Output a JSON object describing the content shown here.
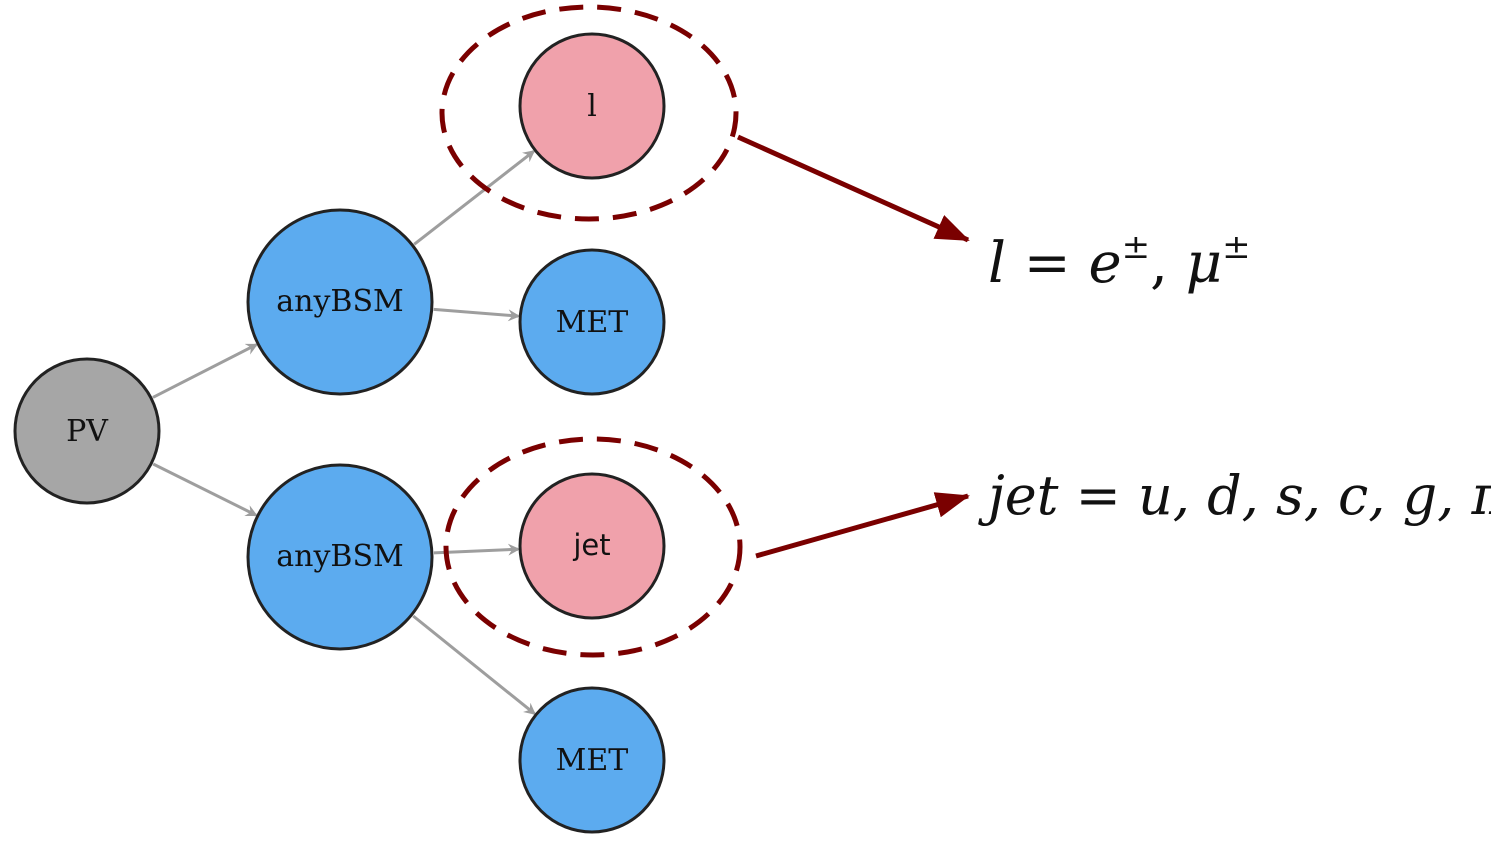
{
  "diagram": {
    "colors": {
      "pv_fill": "#A6A6A6",
      "bsm_fill": "#5CABEF",
      "final_highlight_fill": "#F0A1AB",
      "node_stroke": "#222222",
      "edge": "#9E9E9E",
      "annotation": "#7A0000"
    },
    "nodes": {
      "pv": "PV",
      "bsm_top": "anyBSM",
      "bsm_bottom": "anyBSM",
      "lepton": "l",
      "met_top": "MET",
      "jet": "jet",
      "met_bottom": "MET"
    },
    "edges": [
      [
        "pv",
        "bsm_top"
      ],
      [
        "pv",
        "bsm_bottom"
      ],
      [
        "bsm_top",
        "lepton"
      ],
      [
        "bsm_top",
        "met_top"
      ],
      [
        "bsm_bottom",
        "jet"
      ],
      [
        "bsm_bottom",
        "met_bottom"
      ]
    ],
    "annotations": {
      "lepton_def": {
        "lhs": "l",
        "eq": " = ",
        "e": "e",
        "pm1": "±",
        "sep": ", ",
        "mu": "μ",
        "pm2": "±"
      },
      "jet_def": {
        "lhs": "jet",
        "eq": " = ",
        "rhs": "u, d, s, c, g, π"
      }
    }
  }
}
